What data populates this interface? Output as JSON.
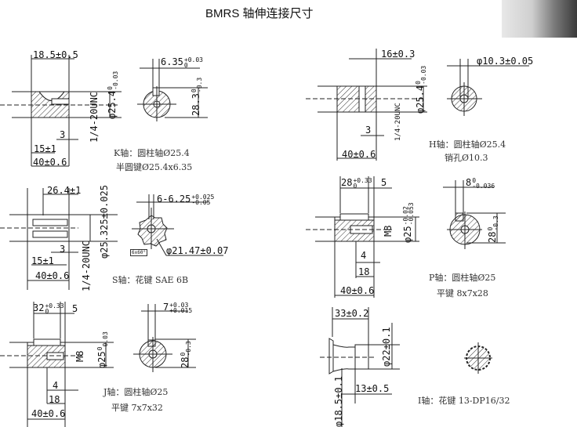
{
  "title": "BMRS    轴伸连接尺寸",
  "panels": {
    "k": {
      "len": "18.5±0.5",
      "key_w": "6.35",
      "key_w_tol": [
        "+0.03",
        "0"
      ],
      "key_h": "28.3",
      "key_h_tol": [
        "0",
        "-0.3"
      ],
      "dia": "φ25.4",
      "dia_tol": [
        "0",
        "-0.03"
      ],
      "thread": "1/4-20UNC",
      "d3": "3",
      "d15": "15±1",
      "d40": "40±0.6",
      "cap1": "K轴：圆柱轴Ø25.4",
      "cap2": "半圆键Ø25.4x6.35"
    },
    "h": {
      "len": "16±0.3",
      "pin": "φ10.3±0.05",
      "dia": "φ25.4",
      "dia_tol": [
        "0",
        "-0.03"
      ],
      "thread": "1/4-20UNC",
      "d3": "3",
      "d40": "40±0.6",
      "cap1": "H轴：圆柱轴Ø25.4",
      "cap2": "销孔Ø10.3"
    },
    "s": {
      "len": "26.4±1",
      "spline_w": "6-6.25",
      "spline_tol": [
        "+0.025",
        "-0.05"
      ],
      "dia": "φ25.325±0.025",
      "thread": "1/4-20UNC",
      "angle": "6x60°",
      "minor": "φ21.47±0.07",
      "d3": "3",
      "d15": "15±1",
      "d40": "40±0.6",
      "cap1": "S轴：花键 SAE 6B"
    },
    "p": {
      "len": "28",
      "len_tol": [
        "+0.33",
        "0"
      ],
      "d5": "5",
      "key_w": "8",
      "key_w_tol": [
        "0",
        "-0.036"
      ],
      "dia": "φ25",
      "dia_tol": [
        "-0.02",
        "-0.053"
      ],
      "key_h": "28",
      "key_h_tol": [
        "0",
        "-0.3"
      ],
      "thread": "M8",
      "d4": "4",
      "d18": "18",
      "d40": "40±0.6",
      "cap1": "P轴：圆柱轴Ø25",
      "cap2": "平键 8x7x28"
    },
    "j": {
      "len": "32",
      "len_tol": [
        "+0.33",
        "0"
      ],
      "d5": "5",
      "key_w": "7",
      "key_w_tol": [
        "+0.03",
        "+0.015"
      ],
      "dia": "φ25",
      "dia_tol": [
        "0",
        "-0.03"
      ],
      "key_h": "28",
      "key_h_tol": [
        "0",
        "-0.3"
      ],
      "thread": "M8",
      "d4": "4",
      "d18": "18",
      "d40": "40±0.6",
      "cap1": "J轴：圆柱轴Ø25",
      "cap2": "平键 7x7x32"
    },
    "i": {
      "len": "33±0.2",
      "dia": "φ22±0.1",
      "neck": "φ18.5±0.1",
      "d13": "13±0.5",
      "cap1": "I轴：花键 13-DP16/32"
    }
  }
}
